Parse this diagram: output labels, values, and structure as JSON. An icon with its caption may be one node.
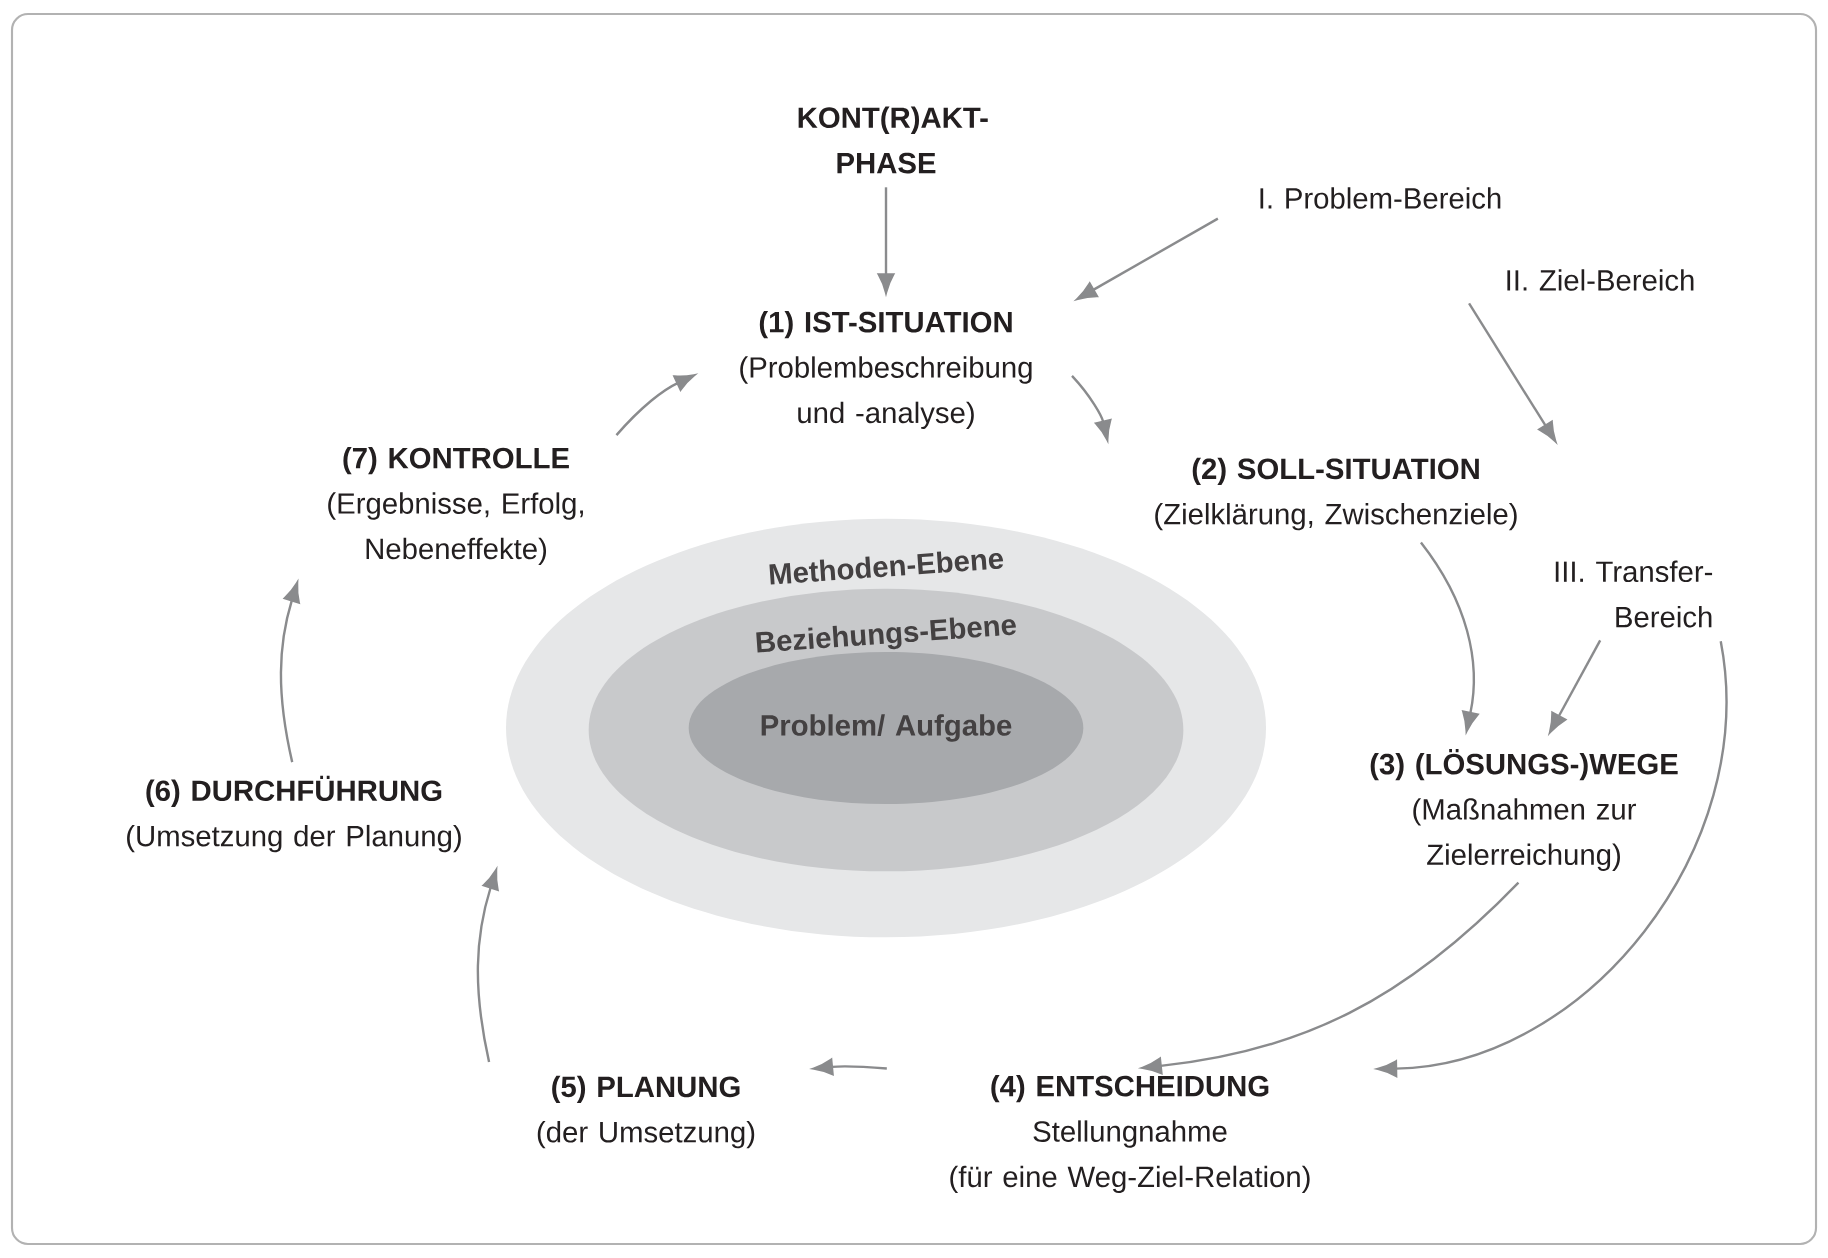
{
  "diagram": {
    "nodes": [
      {
        "text": [
          "KONT(R)AKT-PHASE"
        ]
      },
      {
        "text": [
          "I. Problem-Bereich"
        ]
      },
      {
        "text": [
          "II. Ziel-Bereich"
        ]
      },
      {
        "text": [
          "(1) IST-SITUATION",
          "(Problembeschreibung und -analyse)"
        ]
      },
      {
        "text": [
          "(7) KONTROLLE",
          "(Ergebnisse, Erfolg, Nebeneffekte)"
        ]
      },
      {
        "text": [
          "(2) SOLL-SITUATION",
          "(Zielklärung, Zwischenziele)"
        ]
      },
      {
        "text": [
          "III. Transfer-Bereich"
        ]
      },
      {
        "text": [
          "Methoden-Ebene"
        ]
      },
      {
        "text": [
          "Beziehungs-Ebene"
        ],
        "in": 7
      },
      {
        "text": [
          "Problem/ Aufgabe"
        ],
        "in": 8
      },
      {
        "text": [
          "(3) (LÖSUNGS-)WEGE",
          "(Maßnahmen zur Zielerreichung)"
        ]
      },
      {
        "text": [
          "(6) DURCHFÜHRUNG",
          "(Umsetzung der Planung)"
        ]
      },
      {
        "text": [
          "(5) PLANUNG",
          "(der Umsetzung)"
        ]
      },
      {
        "text": [
          "(4) ENTSCHEIDUNG",
          "Stellungnahme",
          "(für eine Weg-Ziel-Relation)"
        ]
      }
    ],
    "edges": [
      {
        "from": 0,
        "to": 3,
        "arrow": "to"
      },
      {
        "from": 1,
        "to": 3,
        "arrow": "to"
      },
      {
        "from": 2,
        "to": 5,
        "arrow": "to"
      },
      {
        "from": 3,
        "to": 5,
        "arrow": "to"
      },
      {
        "from": 5,
        "to": 10,
        "arrow": "to"
      },
      {
        "from": 6,
        "to": 10,
        "arrow": "to"
      },
      {
        "from": 6,
        "to": 13,
        "arrow": "to"
      },
      {
        "from": 10,
        "to": 13,
        "arrow": "to"
      },
      {
        "from": 13,
        "to": 12,
        "arrow": "to"
      },
      {
        "from": 12,
        "to": 11,
        "arrow": "to"
      },
      {
        "from": 11,
        "to": 4,
        "arrow": "to"
      },
      {
        "from": 4,
        "to": 3,
        "arrow": "to"
      }
    ]
  }
}
